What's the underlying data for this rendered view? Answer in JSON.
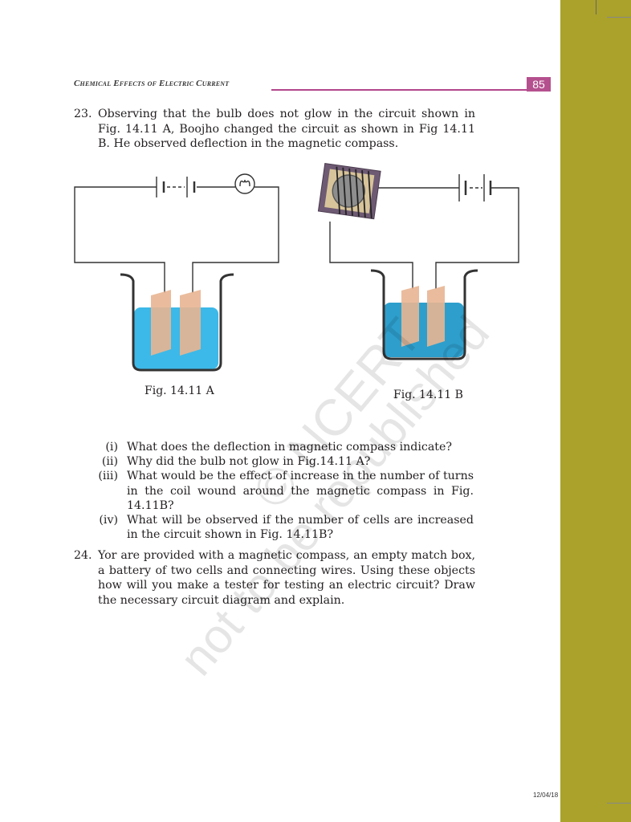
{
  "header": {
    "running_title": "Chemical Effects of Electric Current",
    "page_number": "85"
  },
  "question_23": {
    "number": "23.",
    "text": "Observing that the bulb does not glow in the circuit shown in Fig. 14.11 A, Boojho changed the circuit as shown in Fig 14.11 B. He observed deflection in the magnetic compass.",
    "figures": [
      {
        "caption": "Fig. 14.11 A"
      },
      {
        "caption": "Fig. 14.11 B"
      }
    ],
    "sub_questions": [
      {
        "label": "(i)",
        "text": "What does the deflection in magnetic compass indicate?"
      },
      {
        "label": "(ii)",
        "text": "Why did the bulb not glow in Fig.14.11 A?"
      },
      {
        "label": "(iii)",
        "text": "What would be the effect of increase in the number of turns in the coil wound around the magnetic compass in Fig. 14.11B?"
      },
      {
        "label": "(iv)",
        "text": "What will be observed if the number of cells are increased in the circuit shown in Fig. 14.11B?"
      }
    ]
  },
  "question_24": {
    "number": "24.",
    "text": "Yor are provided with a magnetic compass, an empty match box, a battery of two cells and connecting wires. Using these objects how will you make a tester for testing an electric circuit? Draw the necessary circuit diagram and explain."
  },
  "watermark": {
    "line1": "© NCERT",
    "line2": "not to be republished"
  },
  "footer": {
    "date": "12/04/18"
  },
  "colors": {
    "sidebar": "#aaa22b",
    "accent": "#b5508e",
    "liquid_a": "#3cb9e8",
    "liquid_b": "#2e9fcc",
    "electrode": "#e8b592"
  }
}
